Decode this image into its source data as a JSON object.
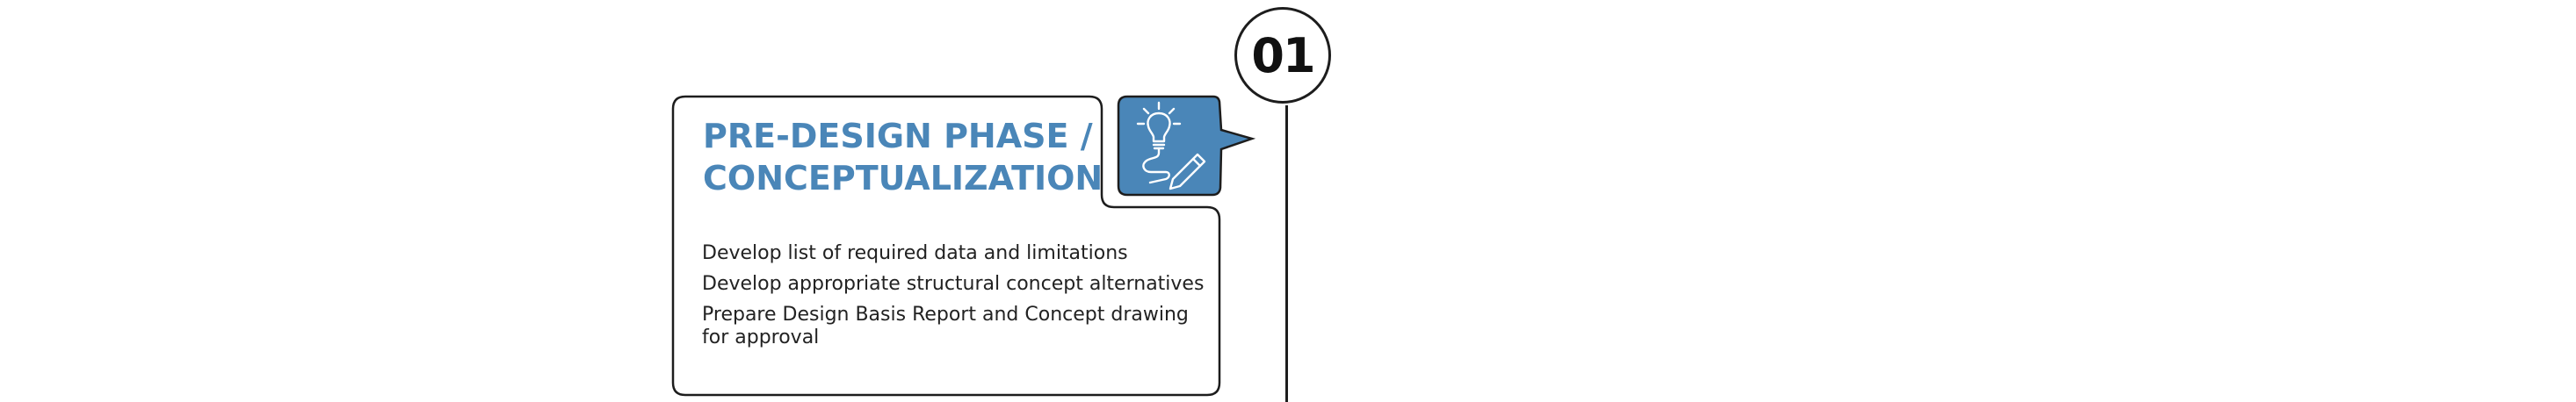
{
  "step": {
    "number": "01"
  },
  "phase": {
    "title": "PRE-DESIGN PHASE / CONCEPTUALIZATION",
    "icon": "lightbulb-pencil-icon",
    "accent_color": "#4a86b8",
    "tasks": [
      "Develop list of required data and limitations",
      "Develop appropriate structural concept alternatives",
      "Prepare Design Basis Report and Concept drawing for approval"
    ]
  }
}
